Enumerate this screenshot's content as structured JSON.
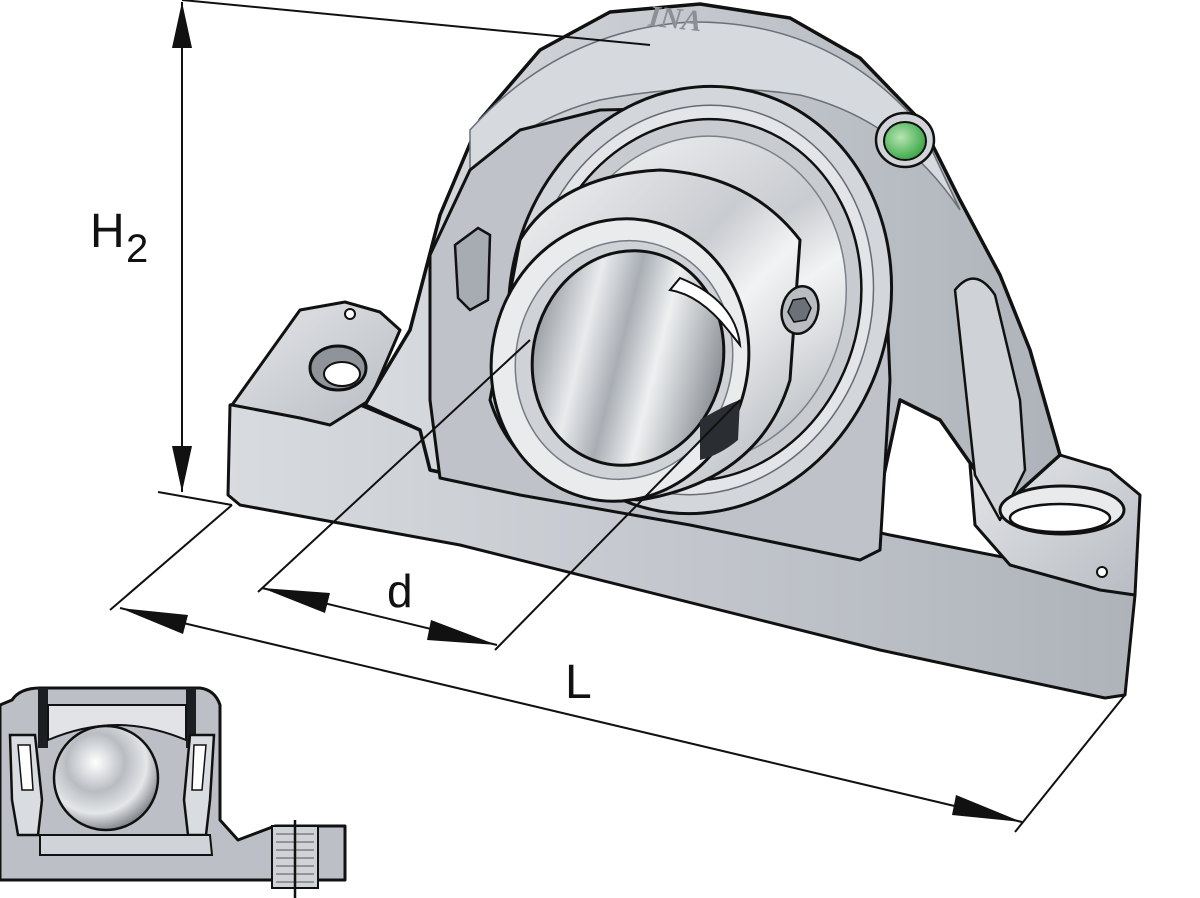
{
  "dimensions": {
    "height_main": "H",
    "height_sub": "2",
    "bore": "d",
    "length": "L"
  },
  "brand": "INA",
  "colors": {
    "housing": "#c4c8ce",
    "housing_light": "#dde0e4",
    "housing_dark": "#9ea3aa",
    "steel": "#e6e8ea",
    "outline": "#111111",
    "grease_nipple": "#3fa84a"
  }
}
